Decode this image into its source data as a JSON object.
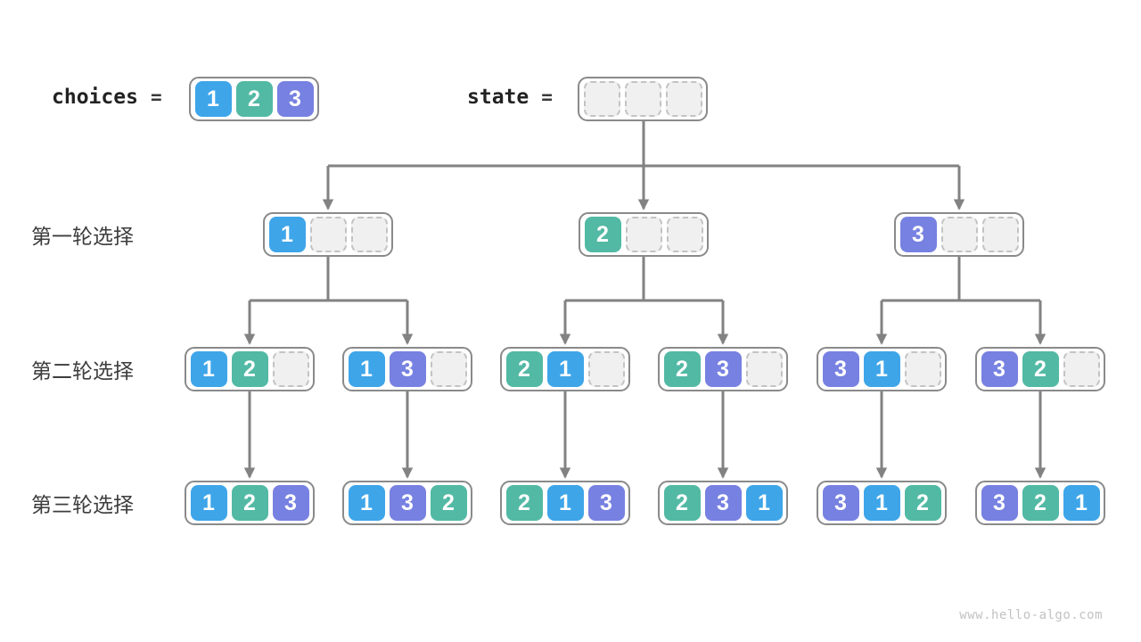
{
  "page": {
    "watermark": "www.hello-algo.com"
  },
  "colors": {
    "1": "#3ea5e9",
    "2": "#52b9a4",
    "3": "#7781e1",
    "empty_fill": "#f0f0f0",
    "empty_border": "#c3c3c3",
    "container_border": "#8a8a8a",
    "arrow": "#828282",
    "label_text": "#3d3d3d"
  },
  "header": {
    "choices_label": "choices",
    "state_label": "state",
    "equals": "=",
    "choices_cells": [
      "1",
      "2",
      "3"
    ],
    "state_cells": [
      "",
      "",
      ""
    ]
  },
  "row_labels": [
    "第一轮选择",
    "第二轮选择",
    "第三轮选择"
  ],
  "tree": {
    "round1": [
      [
        "1",
        "",
        ""
      ],
      [
        "2",
        "",
        ""
      ],
      [
        "3",
        "",
        ""
      ]
    ],
    "round2": [
      [
        "1",
        "2",
        ""
      ],
      [
        "1",
        "3",
        ""
      ],
      [
        "2",
        "1",
        ""
      ],
      [
        "2",
        "3",
        ""
      ],
      [
        "3",
        "1",
        ""
      ],
      [
        "3",
        "2",
        ""
      ]
    ],
    "round3": [
      [
        "1",
        "2",
        "3"
      ],
      [
        "1",
        "3",
        "2"
      ],
      [
        "2",
        "1",
        "3"
      ],
      [
        "2",
        "3",
        "1"
      ],
      [
        "3",
        "1",
        "2"
      ],
      [
        "3",
        "2",
        "1"
      ]
    ]
  }
}
